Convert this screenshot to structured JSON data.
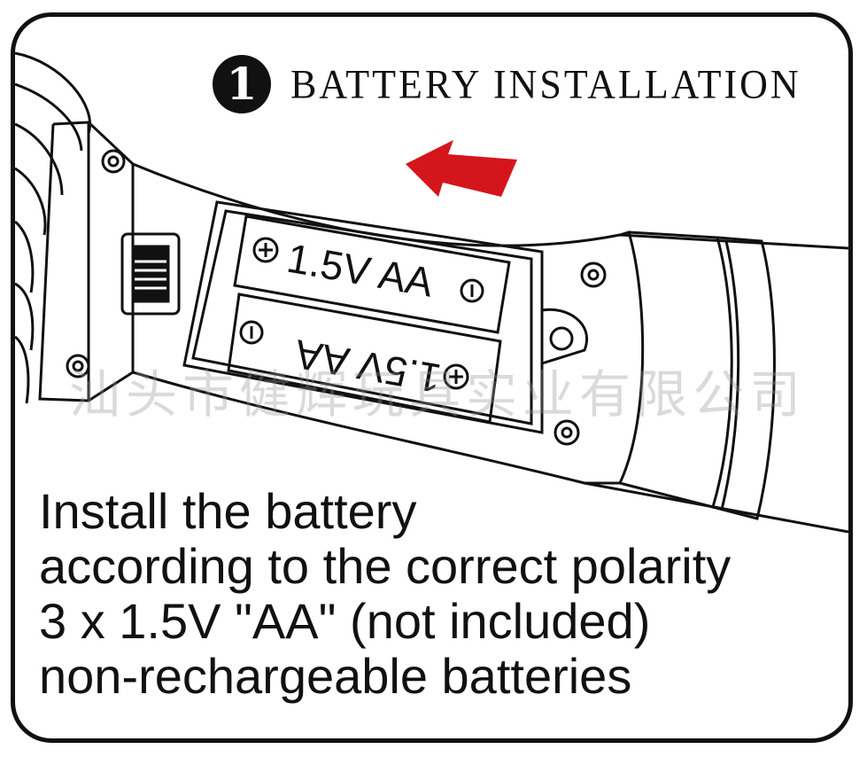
{
  "step": {
    "number": "1",
    "title": "BATTERY INSTALLATION"
  },
  "battery_top_label": "1.5V AA",
  "battery_bottom_label": "1.5V AA",
  "watermark": "汕头市健辉玩具实业有限公司",
  "instructions": [
    "Install the battery",
    "according to the correct polarity",
    "3 x 1.5V \"AA\" (not included)",
    "non-rechargeable batteries"
  ],
  "colors": {
    "arrow": "#d4161c",
    "ink": "#111111",
    "frame": "#111111"
  },
  "icons": [
    "insert-direction-arrow-icon",
    "screw-icon",
    "switch-icon",
    "plus-terminal-icon",
    "minus-terminal-icon"
  ]
}
